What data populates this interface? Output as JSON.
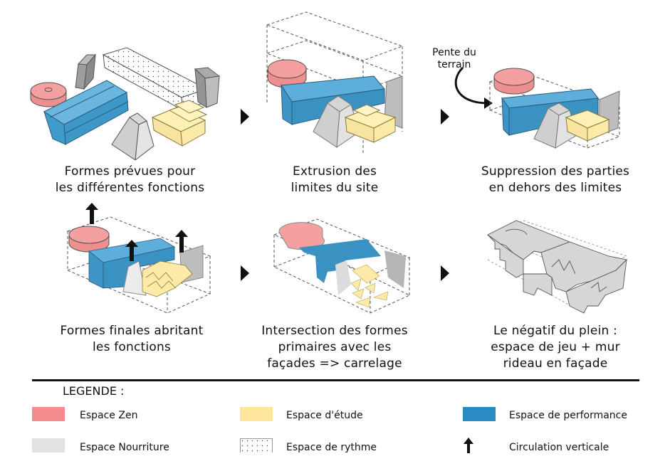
{
  "colors": {
    "zen": "#f28b8b",
    "etude": "#fde59c",
    "performance": "#2a8bc3",
    "nourriture": "#e2e2e2",
    "rythme": "#ffffff",
    "ink": "#111111"
  },
  "steps": [
    {
      "caption_line1": "Formes prévues pour",
      "caption_line2": "les différentes fonctions"
    },
    {
      "caption_line1": "Extrusion des",
      "caption_line2": "limites du site"
    },
    {
      "caption_line1": "Suppression des parties",
      "caption_line2": "en dehors des limites"
    },
    {
      "caption_line1": "Formes finales abritant",
      "caption_line2": "les fonctions"
    },
    {
      "caption_line1": "Intersection des formes",
      "caption_line2": "primaires avec les",
      "caption_line3": "façades => carrelage"
    },
    {
      "caption_line1": "Le négatif du plein :",
      "caption_line2": "espace de jeu + mur",
      "caption_line3": "rideau en façade"
    }
  ],
  "annotation": {
    "line1": "Pente du",
    "line2": "terrain"
  },
  "legend": {
    "title": "LEGENDE :",
    "items": [
      {
        "label": "Espace Zen",
        "key": "zen"
      },
      {
        "label": "Espace d'étude",
        "key": "etude"
      },
      {
        "label": "Espace de performance",
        "key": "performance"
      },
      {
        "label": "Espace Nourriture",
        "key": "nourriture"
      },
      {
        "label": "Espace de rythme",
        "key": "rythme"
      },
      {
        "label": "Circulation verticale",
        "key": "arrow"
      }
    ]
  }
}
